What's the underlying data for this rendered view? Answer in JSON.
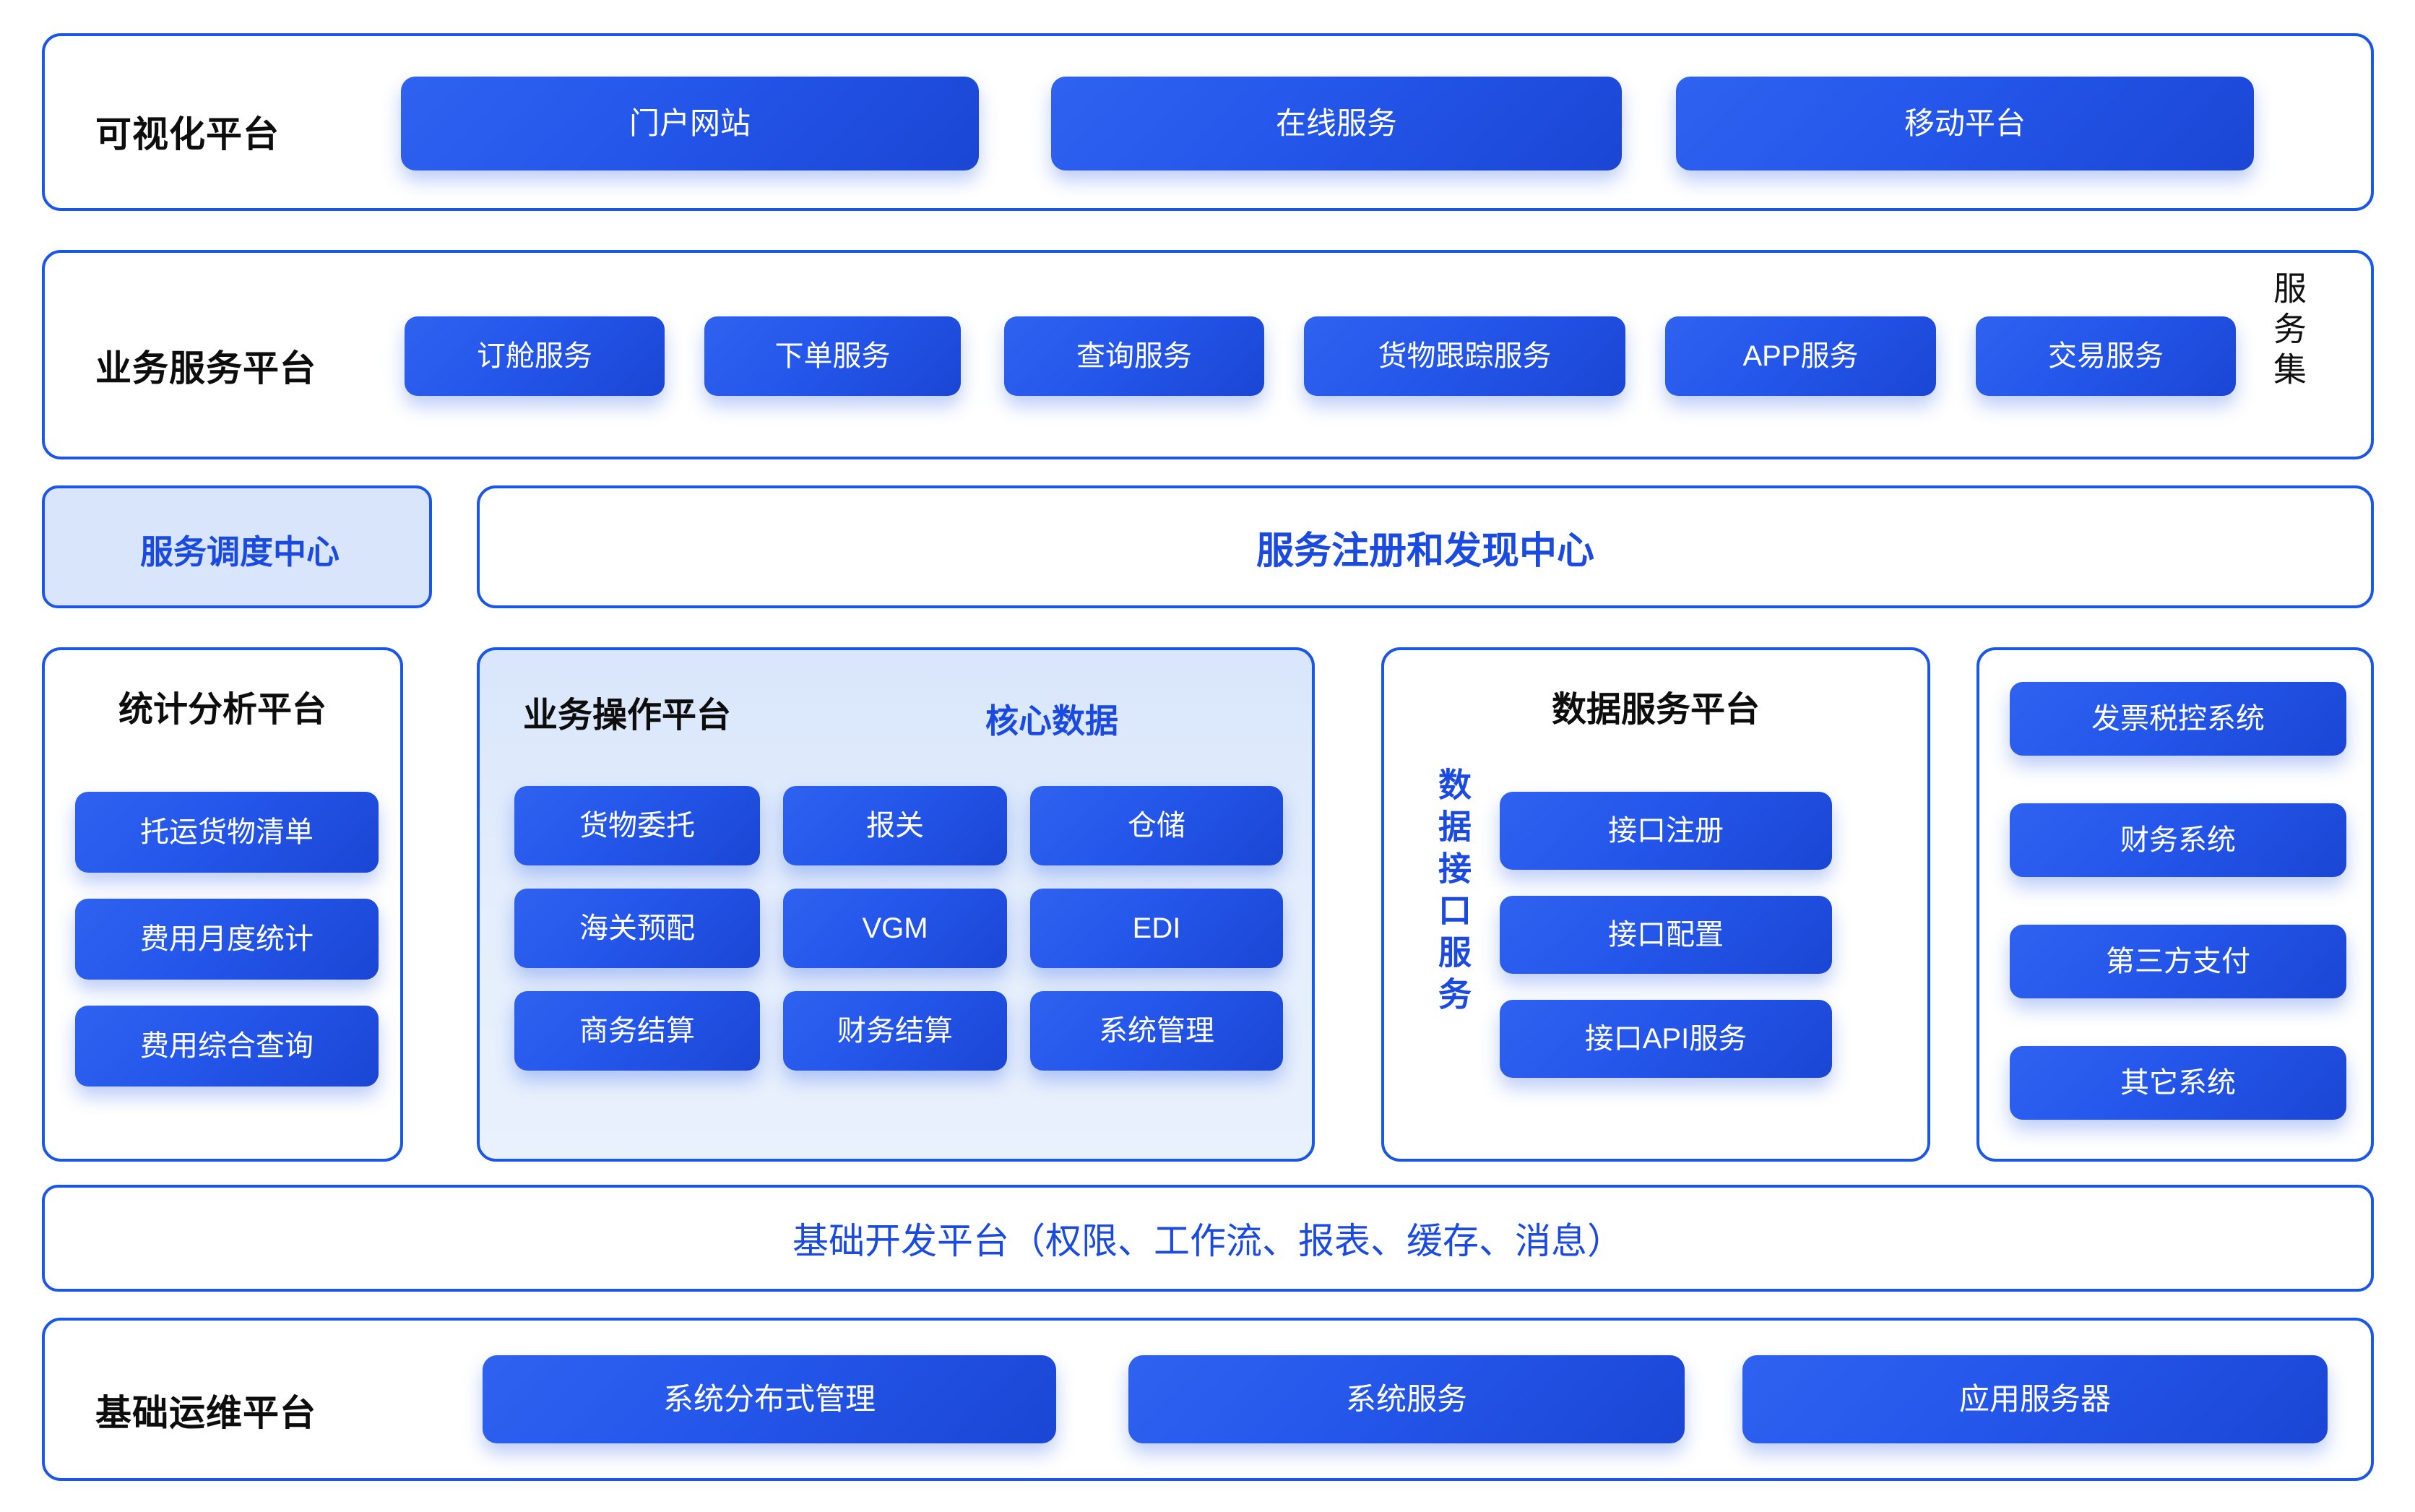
{
  "diagram": {
    "title_vertical_badge": "服务集",
    "accent_blue": "#1a4ae0",
    "border_blue": "#1a56e8",
    "chip_gradient_from": "#2f62f0",
    "chip_gradient_to": "#1b46d4",
    "light_panel_bg": "#d8e5fb"
  },
  "row_visualization": {
    "label": "可视化平台",
    "items": [
      "门户网站",
      "在线服务",
      "移动平台"
    ]
  },
  "row_business_service": {
    "label": "业务服务平台",
    "vertical_label": "服务集",
    "items": [
      "订舱服务",
      "下单服务",
      "查询服务",
      "货物跟踪服务",
      "APP服务",
      "交易服务"
    ]
  },
  "row_dispatch": {
    "dispatch_center": "服务调度中心",
    "registry_center": "服务注册和发现中心"
  },
  "col_statistics": {
    "title": "统计分析平台",
    "items": [
      "托运货物清单",
      "费用月度统计",
      "费用综合查询"
    ]
  },
  "col_operation": {
    "title": "业务操作平台",
    "subtitle": "核心数据",
    "items": [
      "货物委托",
      "报关",
      "仓储",
      "海关预配",
      "VGM",
      "EDI",
      "商务结算",
      "财务结算",
      "系统管理"
    ]
  },
  "col_data_service": {
    "title": "数据服务平台",
    "vertical_label": "数据接口服务",
    "items": [
      "接口注册",
      "接口配置",
      "接口API服务"
    ]
  },
  "col_external_systems": {
    "items": [
      "发票税控系统",
      "财务系统",
      "第三方支付",
      "其它系统"
    ]
  },
  "row_base_dev": {
    "label": "基础开发平台（权限、工作流、报表、缓存、消息）"
  },
  "row_ops": {
    "label": "基础运维平台",
    "items": [
      "系统分布式管理",
      "系统服务",
      "应用服务器"
    ]
  }
}
